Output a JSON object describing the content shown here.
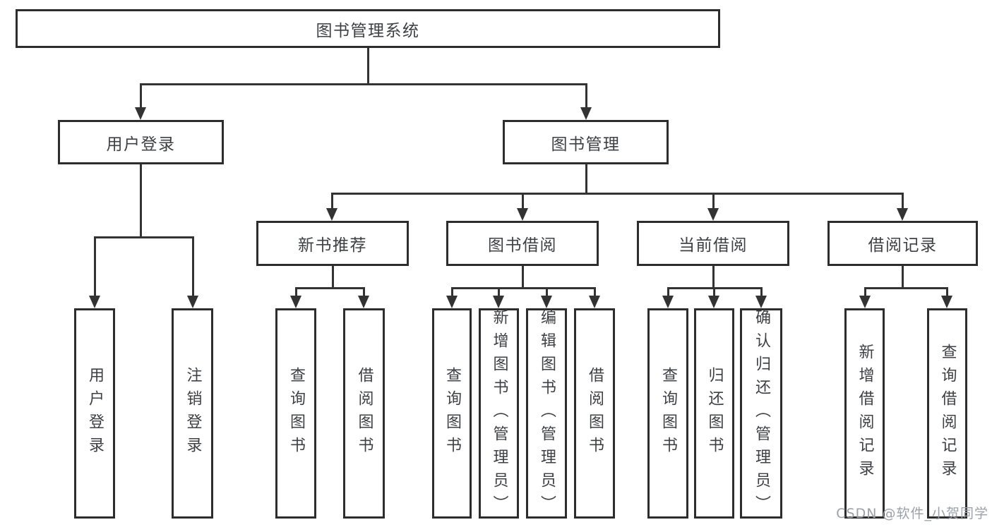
{
  "diagram": {
    "root": "图书管理系统",
    "level2": [
      "用户登录",
      "图书管理"
    ],
    "level3": [
      "新书推荐",
      "图书借阅",
      "当前借阅",
      "借阅记录"
    ],
    "leaves_login": [
      "用户登录",
      "注销登录"
    ],
    "leaves_new_book": [
      "查询图书",
      "借阅图书"
    ],
    "leaves_borrow": [
      "查询图书",
      "新增图书（管理员）",
      "编辑图书（管理员）",
      "借阅图书"
    ],
    "leaves_current": [
      "查询图书",
      "归还图书",
      "确认归还（管理员）"
    ],
    "leaves_records": [
      "新增借阅记录",
      "查询借阅记录"
    ]
  },
  "watermark": {
    "text": "CSDN @软件_小贺同学",
    "color": "#9ba1ab"
  },
  "colors": {
    "line": "#333333",
    "box_border": "#2d2d2d",
    "text": "#3e4044",
    "background": "#ffffff"
  }
}
